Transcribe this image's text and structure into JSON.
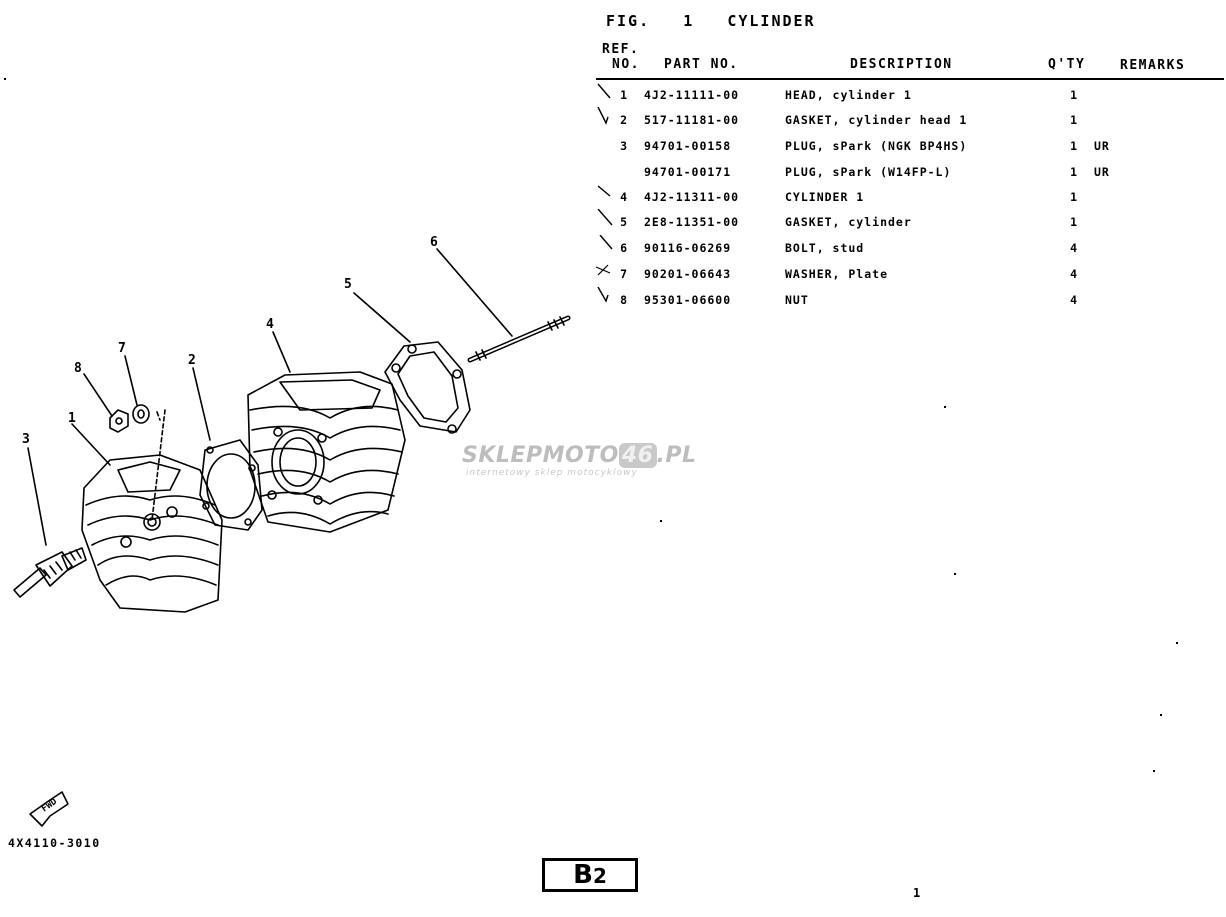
{
  "figure": {
    "label": "FIG.",
    "number": "1",
    "name": "CYLINDER"
  },
  "table": {
    "headers": {
      "ref_line1": "REF.",
      "ref_line2": "NO.",
      "part_no": "PART NO.",
      "description": "DESCRIPTION",
      "qty": "Q'TY",
      "remarks": "REMARKS"
    },
    "rows": [
      {
        "ref": "1",
        "part": "4J2-11111-00",
        "desc": "HEAD, cylinder 1",
        "qty": "1",
        "remarks": ""
      },
      {
        "ref": "2",
        "part": "517-11181-00",
        "desc": "GASKET, cylinder head 1",
        "qty": "1",
        "remarks": ""
      },
      {
        "ref": "3",
        "part": "94701-00158",
        "desc": "PLUG, sPark (NGK BP4HS)",
        "qty": "1",
        "remarks": "UR"
      },
      {
        "ref": "",
        "part": "94701-00171",
        "desc": "PLUG, sPark (W14FP-L)",
        "qty": "1",
        "remarks": "UR"
      },
      {
        "ref": "4",
        "part": "4J2-11311-00",
        "desc": "CYLINDER 1",
        "qty": "1",
        "remarks": ""
      },
      {
        "ref": "5",
        "part": "2E8-11351-00",
        "desc": "GASKET, cylinder",
        "qty": "1",
        "remarks": ""
      },
      {
        "ref": "6",
        "part": "90116-06269",
        "desc": "BOLT, stud",
        "qty": "4",
        "remarks": ""
      },
      {
        "ref": "7",
        "part": "90201-06643",
        "desc": "WASHER, Plate",
        "qty": "4",
        "remarks": ""
      },
      {
        "ref": "8",
        "part": "95301-06600",
        "desc": "NUT",
        "qty": "4",
        "remarks": ""
      }
    ]
  },
  "diagram": {
    "callouts": [
      "3",
      "1",
      "8",
      "7",
      "2",
      "4",
      "5",
      "6"
    ],
    "fwd_label": "FWD"
  },
  "watermark": {
    "brand_a": "SKLEPMOTO",
    "brand_b": "46",
    "brand_c": ".PL",
    "tagline": "internetowy sklep motocyklowy"
  },
  "reference_code": "4X4110-3010",
  "page_label": {
    "letter": "B",
    "number": "2"
  },
  "page_number": "1"
}
